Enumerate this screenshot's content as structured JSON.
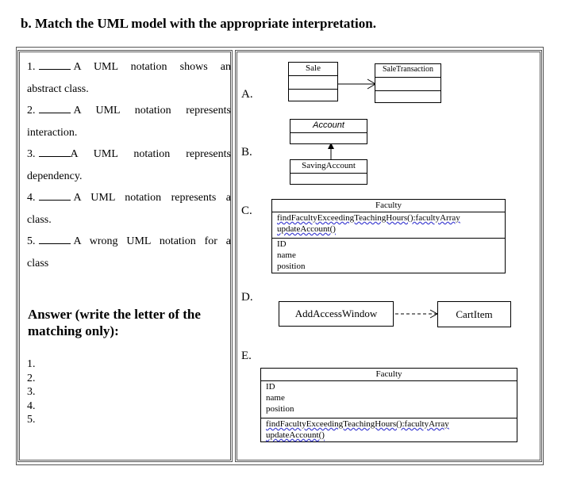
{
  "heading": "b. Match the UML model with the appropriate interpretation.",
  "questions": [
    {
      "number": "1.",
      "text_a": "A UML notation shows an",
      "text_b": "abstract class."
    },
    {
      "number": "2.",
      "text_a": "A UML notation represents",
      "text_b": "interaction."
    },
    {
      "number": "3.",
      "text_a": "A UML notation represents",
      "text_b": "dependency."
    },
    {
      "number": "4.",
      "text_a": "A UML notation represents a",
      "text_b": "class."
    },
    {
      "number": "5.",
      "text_a": "A wrong UML notation for a",
      "text_b": "class"
    }
  ],
  "answer_heading": "Answer (write the letter of the matching only):",
  "answer_numbers": [
    "1.",
    "2.",
    "3.",
    "4.",
    "5."
  ],
  "options": {
    "a": {
      "letter": "A.",
      "class1": "Sale",
      "class2": "SaleTransaction"
    },
    "b": {
      "letter": "B.",
      "parent": "Account",
      "child": "SavingAccount"
    },
    "c": {
      "letter": "C.",
      "name": "Faculty",
      "op1": "findFacultyExceedingTeachingHours():facultyArray",
      "op2": "updateAccount()",
      "attr1": "ID",
      "attr2": "name",
      "attr3": "position"
    },
    "d": {
      "letter": "D.",
      "from": "AddAccessWindow",
      "to": "CartItem"
    },
    "e": {
      "letter": "E.",
      "name": "Faculty",
      "attr1": "ID",
      "attr2": "name",
      "attr3": "position",
      "op1": "findFacultyExceedingTeachingHours():facultyArray",
      "op2": "updateAccount()"
    }
  }
}
